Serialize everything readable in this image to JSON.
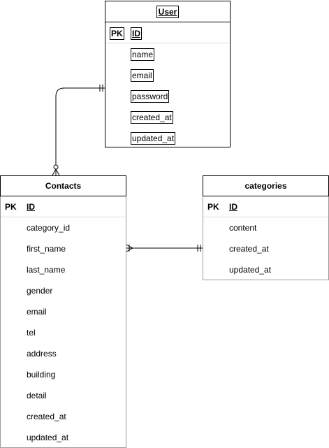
{
  "tables": {
    "user": {
      "title": "User",
      "pk_label": "PK",
      "pk_field": "ID",
      "fields": [
        "name",
        "email",
        "password",
        "created_at",
        "updated_at"
      ]
    },
    "contacts": {
      "title": "Contacts",
      "pk_label": "PK",
      "pk_field": "ID",
      "fields": [
        "category_id",
        "first_name",
        "last_name",
        "gender",
        "email",
        "tel",
        "address",
        "building",
        "detail",
        "created_at",
        "updated_at"
      ]
    },
    "categories": {
      "title": "categories",
      "pk_label": "PK",
      "pk_field": "ID",
      "fields": [
        "content",
        "created_at",
        "updated_at"
      ]
    }
  },
  "relationships": [
    {
      "from": "User",
      "to": "Contacts",
      "from_cardinality": "one-and-only-one",
      "to_cardinality": "zero-or-many"
    },
    {
      "from": "categories",
      "to": "Contacts",
      "from_cardinality": "one-and-only-one",
      "to_cardinality": "one-or-many"
    }
  ]
}
